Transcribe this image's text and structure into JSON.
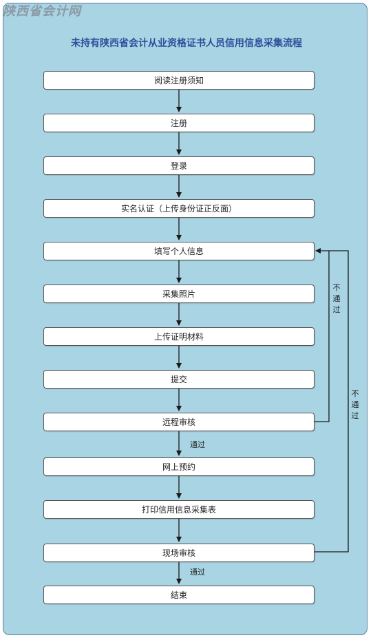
{
  "watermark": "陕西省会计网",
  "title": "未持有陕西省会计从业资格证书人员信用信息采集流程",
  "steps": [
    "阅读注册须知",
    "注册",
    "登录",
    "实名认证（上传身份证正反面）",
    "填写个人信息",
    "采集照片",
    "上传证明材料",
    "提交",
    "远程审核",
    "网上预约",
    "打印信用信息采集表",
    "现场审核",
    "结束"
  ],
  "edge_labels": {
    "remote_pass": "通过",
    "onsite_pass": "通过",
    "remote_fail": "不通过",
    "onsite_fail": "不通过"
  }
}
